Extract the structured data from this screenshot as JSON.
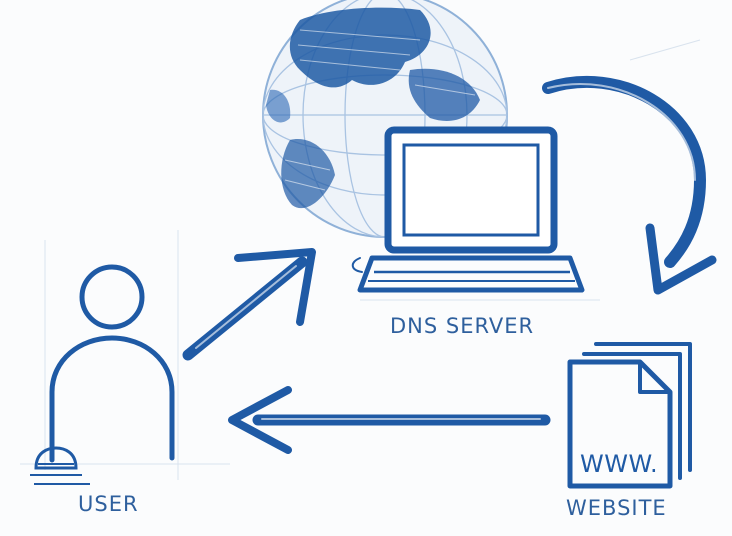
{
  "labels": {
    "dns_server": "DNS SERVER",
    "user": "USER",
    "website": "WEBSITE",
    "www": "WWW."
  },
  "colors": {
    "ink": "#1f5aa5",
    "ink_light": "#8fb1d8",
    "label": "#2e5f9d",
    "background": "#fbfcfd"
  },
  "icons": {
    "globe": "globe-icon",
    "computer": "computer-icon",
    "user": "user-icon",
    "documents": "document-stack-icon"
  }
}
